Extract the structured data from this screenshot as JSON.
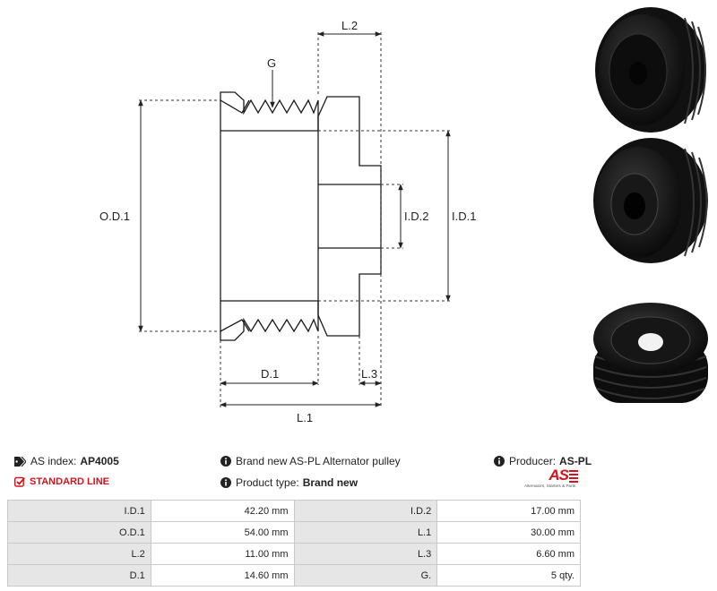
{
  "drawing": {
    "labels": {
      "g": "G",
      "l2": "L.2",
      "od1": "O.D.1",
      "id2": "I.D.2",
      "id1": "I.D.1",
      "d1": "D.1",
      "l3": "L.3",
      "l1": "L.1"
    }
  },
  "info": {
    "as_index_label": "AS index:",
    "as_index_value": "AP4005",
    "standard_line": "STANDARD LINE",
    "description": "Brand new AS-PL Alternator pulley",
    "product_type_label": "Product type:",
    "product_type_value": "Brand new",
    "producer_label": "Producer:",
    "producer_value": "AS-PL"
  },
  "logo": {
    "mark": "AS",
    "tagline": "Alternators, Starters & Parts"
  },
  "specs": [
    {
      "l1": "I.D.1",
      "v1": "42.20 mm",
      "l2": "I.D.2",
      "v2": "17.00 mm"
    },
    {
      "l1": "O.D.1",
      "v1": "54.00 mm",
      "l2": "L.1",
      "v2": "30.00 mm"
    },
    {
      "l1": "L.2",
      "v1": "11.00 mm",
      "l2": "L.3",
      "v2": "6.60 mm"
    },
    {
      "l1": "D.1",
      "v1": "14.60 mm",
      "l2": "G.",
      "v2": "5 qty."
    }
  ],
  "colors": {
    "accent": "#d6131b",
    "label_bg": "#e6e6e6",
    "border": "#c8c8c8"
  }
}
